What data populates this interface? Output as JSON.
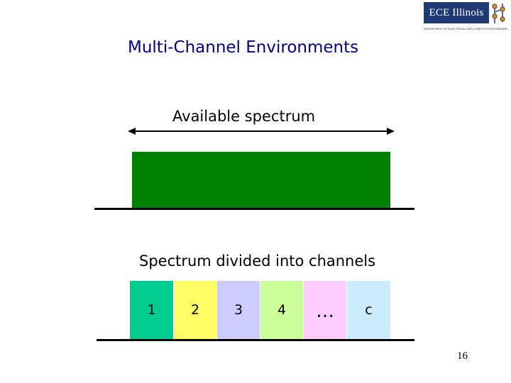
{
  "logo": {
    "text": "ECE Illinois",
    "caption": "DEPARTMENT OF ELECTRICAL AND COMPUTER ENGINEERING",
    "bg_color": "#1f3a73",
    "dot_color": "#d98a1a"
  },
  "slide": {
    "title": "Multi-Channel Environments",
    "available_label": "Available spectrum",
    "divided_label": "Spectrum divided into channels",
    "page_number": "16",
    "spectrum_color": "#008000"
  },
  "channels": [
    {
      "label": "1",
      "color": "#00cc8f"
    },
    {
      "label": "2",
      "color": "#ffff66"
    },
    {
      "label": "3",
      "color": "#ccccff"
    },
    {
      "label": "4",
      "color": "#ccff99"
    },
    {
      "label": "…",
      "color": "#ffccff"
    },
    {
      "label": "c",
      "color": "#ccecfb"
    }
  ]
}
